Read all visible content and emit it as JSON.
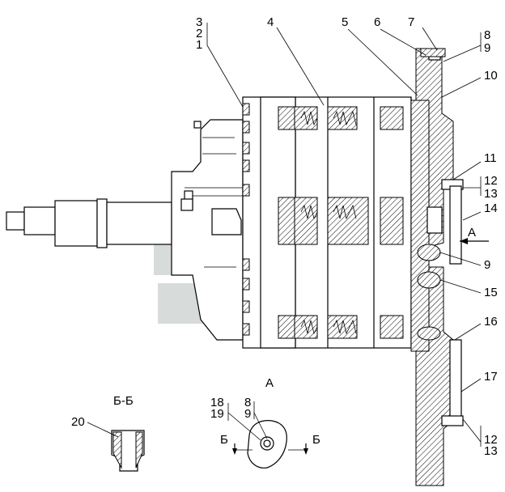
{
  "title_view": "А",
  "title_section": "Б-Б",
  "arrow_view_label": "А",
  "section_mark_left": "Б",
  "section_mark_right": "Б",
  "callouts": {
    "c3": "3",
    "c2": "2",
    "c1": "1",
    "c4": "4",
    "c5": "5",
    "c6": "6",
    "c7": "7",
    "c8": "8",
    "c9": "9",
    "c10": "10",
    "c11": "11",
    "c12": "12",
    "c13": "13",
    "c14": "14",
    "c9b": "9",
    "c15": "15",
    "c16": "16",
    "c17": "17",
    "c12b": "12",
    "c13b": "13",
    "c18": "18",
    "c19": "19",
    "c8b": "8",
    "c9c": "9",
    "c20": "20"
  }
}
